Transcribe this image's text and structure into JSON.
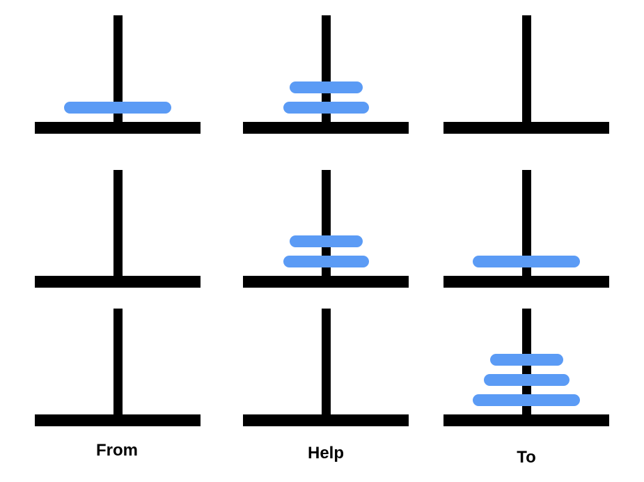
{
  "diagram": {
    "type": "tower-of-hanoi-sequence",
    "background_color": "#ffffff",
    "structure_color": "#000000",
    "disk_color": "#5b9bf5",
    "disk_widths": {
      "small": 105,
      "medium": 123,
      "large": 154
    },
    "peg_labels": {
      "from": "From",
      "help": "Help",
      "to": "To"
    },
    "peg_order": [
      "from",
      "help",
      "to"
    ],
    "steps": [
      {
        "name": "step-1",
        "pegs": {
          "from": [
            "large"
          ],
          "help": [
            "medium",
            "small"
          ],
          "to": []
        }
      },
      {
        "name": "step-2",
        "pegs": {
          "from": [],
          "help": [
            "medium",
            "small"
          ],
          "to": [
            "large"
          ]
        }
      },
      {
        "name": "step-3",
        "pegs": {
          "from": [],
          "help": [],
          "to": [
            "large",
            "medium",
            "small"
          ]
        }
      }
    ]
  }
}
